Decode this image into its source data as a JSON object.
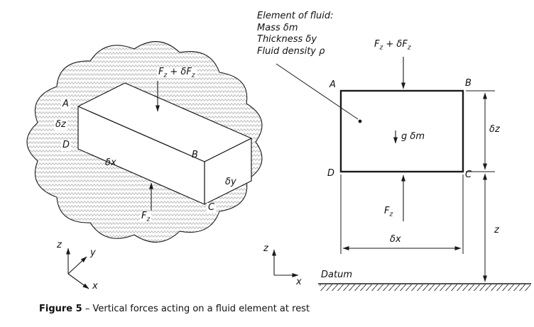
{
  "figure": {
    "caption": {
      "prefix": "Figure 5",
      "text": " – Vertical forces acting on a fluid element at rest"
    }
  },
  "annotation": {
    "title": "Element of fluid:",
    "mass": "Mass δm",
    "thickness": "Thickness δy",
    "density": "Fluid density ρ"
  },
  "labels": {
    "corner_a": "A",
    "corner_b": "B",
    "corner_c": "C",
    "corner_d": "D",
    "delta_x": "δx",
    "delta_y": "δy",
    "delta_z": "δz",
    "axis_x": "x",
    "axis_y": "y",
    "axis_z": "z",
    "z_height": "z",
    "datum": "Datum",
    "gravity": "g δm",
    "fz": [
      "F",
      "z"
    ],
    "fz_plus": [
      "F",
      "z",
      " + δF",
      "z"
    ]
  },
  "colors": {
    "ink": "#1a1a1a",
    "texture": "#a9a9a9",
    "background": "#ffffff"
  }
}
